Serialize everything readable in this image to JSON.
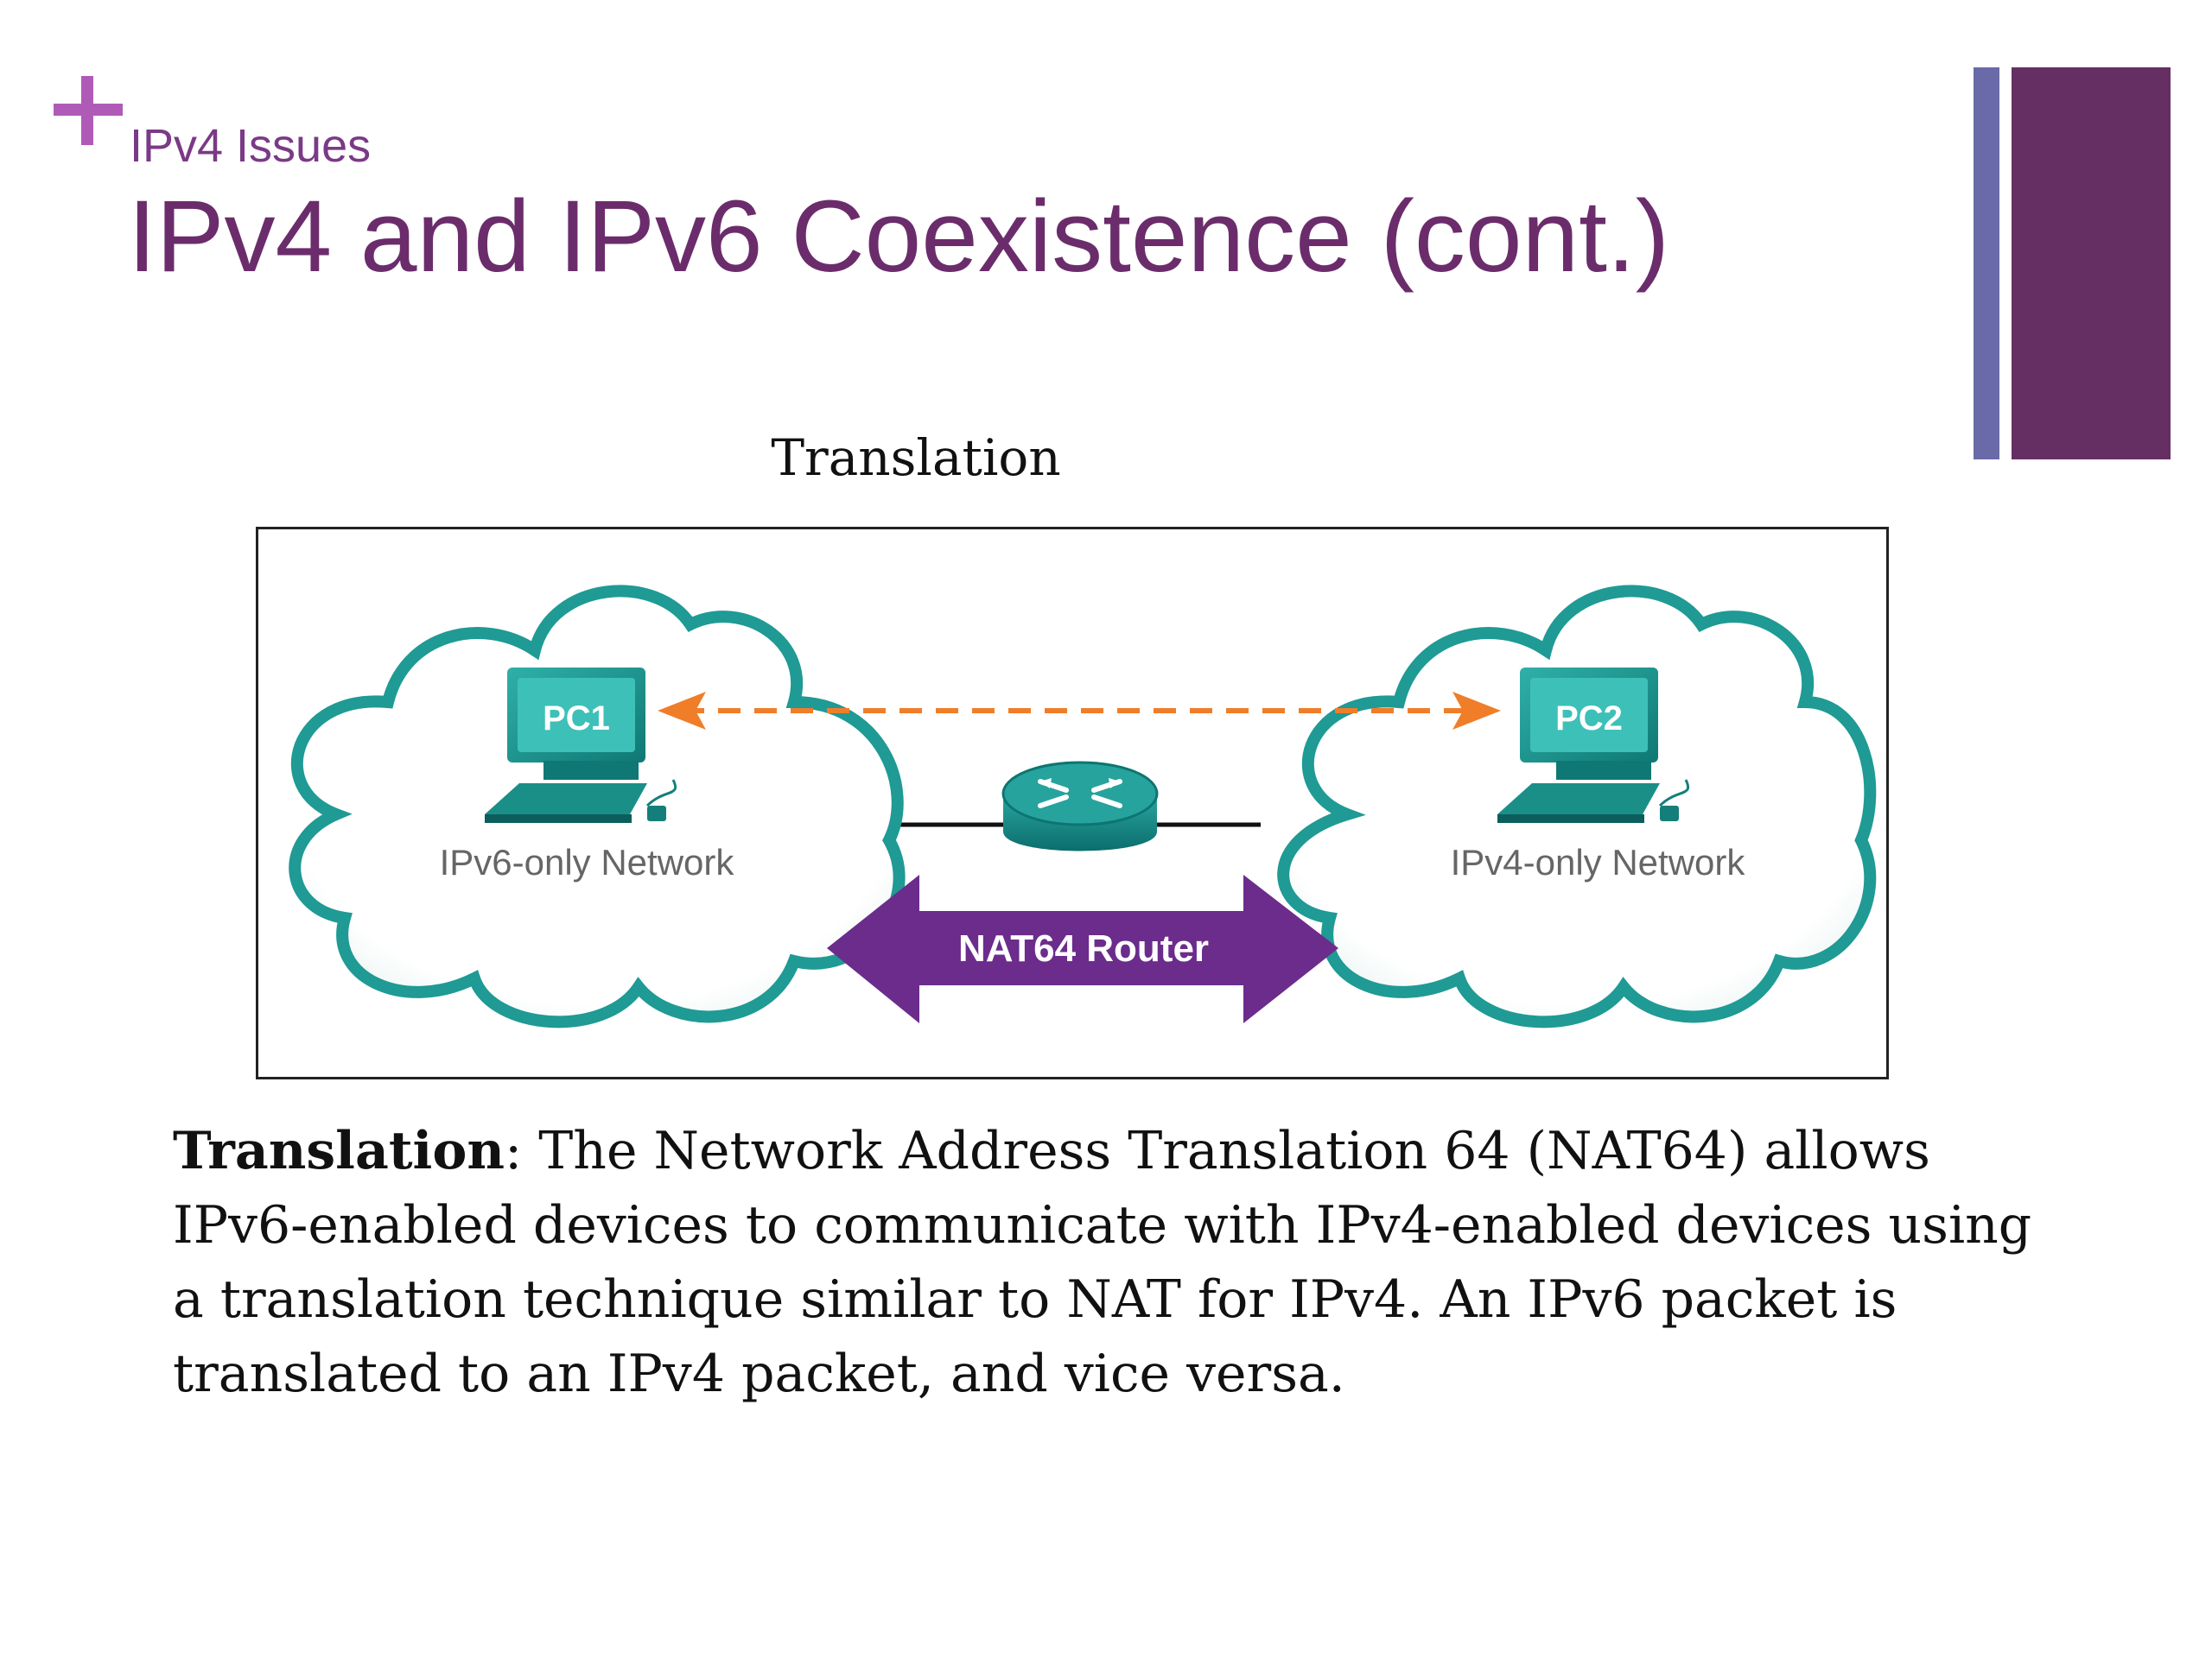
{
  "slide": {
    "section": "IPv4 Issues",
    "title": "IPv4 and IPv6 Coexistence (cont.)",
    "caption": "Translation"
  },
  "diagram": {
    "pc1_label": "PC1",
    "pc2_label": "PC2",
    "left_network": "IPv6-only Network",
    "right_network": "IPv4-only Network",
    "router_label": "NAT64 Router"
  },
  "body": {
    "term": "Translation",
    "text": ": The Network Address Translation 64 (NAT64) allows IPv6-enabled devices to communicate with IPv4-enabled devices using a translation technique similar to NAT for IPv4. An IPv6 packet is translated to an IPv4 packet, and vice versa."
  },
  "colors": {
    "accent_purple": "#6b2c6c",
    "cloud_teal": "#1f9a94",
    "arrow_orange": "#f07d28",
    "router_banner": "#6b2c8c"
  }
}
